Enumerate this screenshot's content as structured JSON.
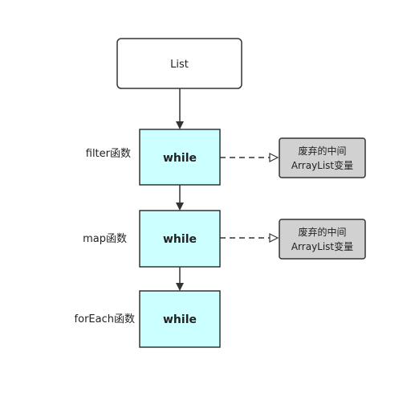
{
  "diagram": {
    "source_node": {
      "label": "List"
    },
    "stages": [
      {
        "function_label": "filter函数",
        "node_label": "while",
        "discarded_note": [
          "废弃的中间",
          "ArrayList变量"
        ]
      },
      {
        "function_label": "map函数",
        "node_label": "while",
        "discarded_note": [
          "废弃的中间",
          "ArrayList变量"
        ]
      },
      {
        "function_label": "forEach函数",
        "node_label": "while"
      }
    ]
  },
  "colors": {
    "stage_fill": "#ccffff",
    "note_fill": "#d1d1d1",
    "stroke": "#333333",
    "source_fill": "#ffffff"
  }
}
